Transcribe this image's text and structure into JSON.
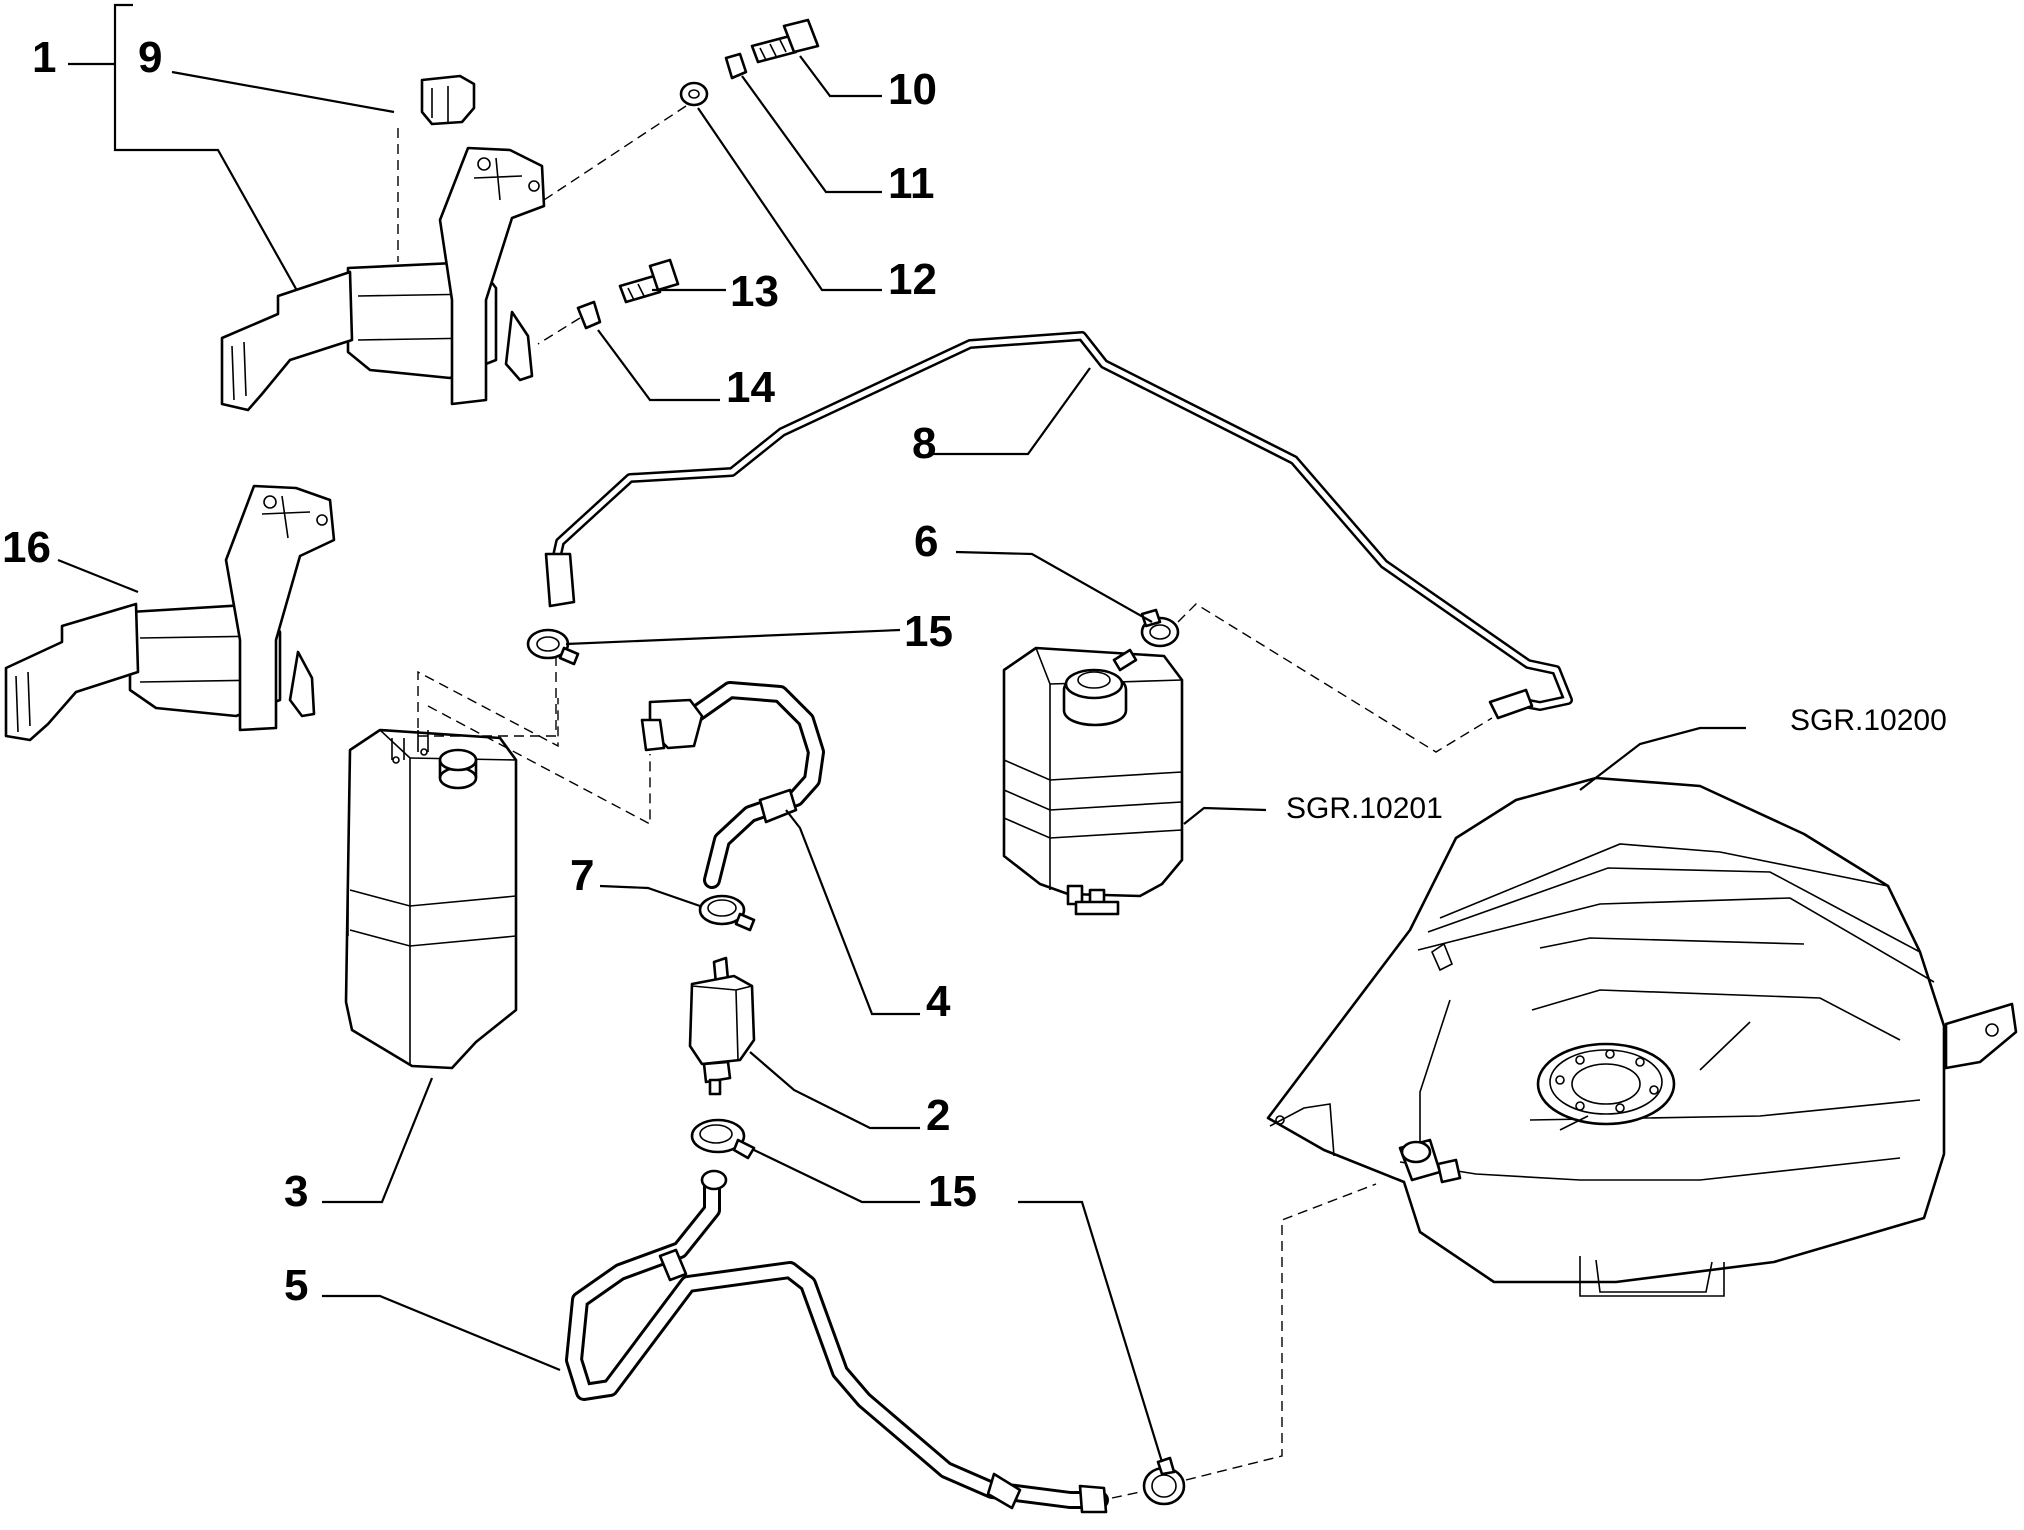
{
  "callouts": {
    "c1": "1",
    "c2": "2",
    "c3": "3",
    "c4": "4",
    "c5": "5",
    "c6": "6",
    "c7": "7",
    "c8": "8",
    "c9": "9",
    "c10": "10",
    "c11": "11",
    "c12": "12",
    "c13": "13",
    "c14": "14",
    "c15a": "15",
    "c15b": "15",
    "c16": "16"
  },
  "references": {
    "fuel_tank": "SGR.10200",
    "expansion_tank": "SGR.10201"
  }
}
